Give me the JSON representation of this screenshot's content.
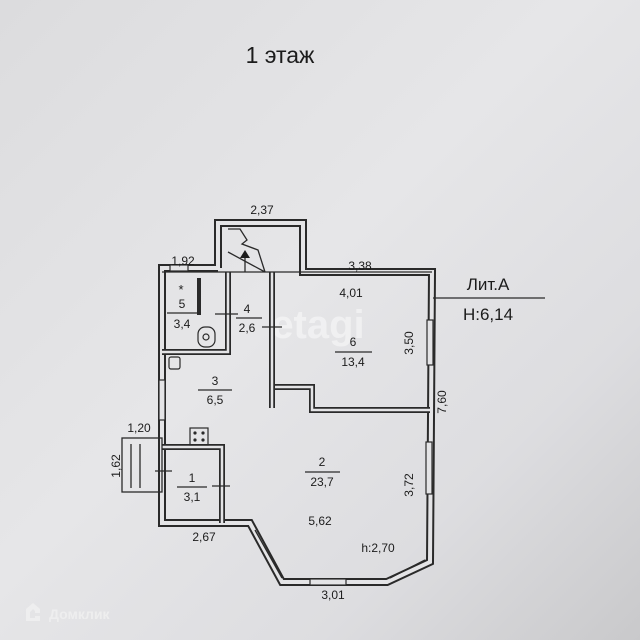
{
  "title": "1 этаж",
  "letter": {
    "label": "Лит.А",
    "height": "Н:6,14"
  },
  "dimensions": {
    "stair_top": "2,37",
    "wc_top": "1,92",
    "top_right": "3,38",
    "room6_width": "4,01",
    "room6_height": "3,50",
    "right_total": "7,60",
    "right_lower": "3,72",
    "porch_width": "1,20",
    "porch_depth": "1,62",
    "bottom_left": "2,67",
    "room2_width": "5,62",
    "bottom_bay": "3,01",
    "ceiling": "h:2,70"
  },
  "rooms": [
    {
      "number": "1",
      "area": "3,1"
    },
    {
      "number": "2",
      "area": "23,7"
    },
    {
      "number": "3",
      "area": "6,5"
    },
    {
      "number": "4",
      "area": "2,6"
    },
    {
      "number": "5",
      "area": "3,4"
    },
    {
      "number": "6",
      "area": "13,4"
    }
  ],
  "watermarks": {
    "center": "etagi",
    "corner": "Домклик"
  }
}
